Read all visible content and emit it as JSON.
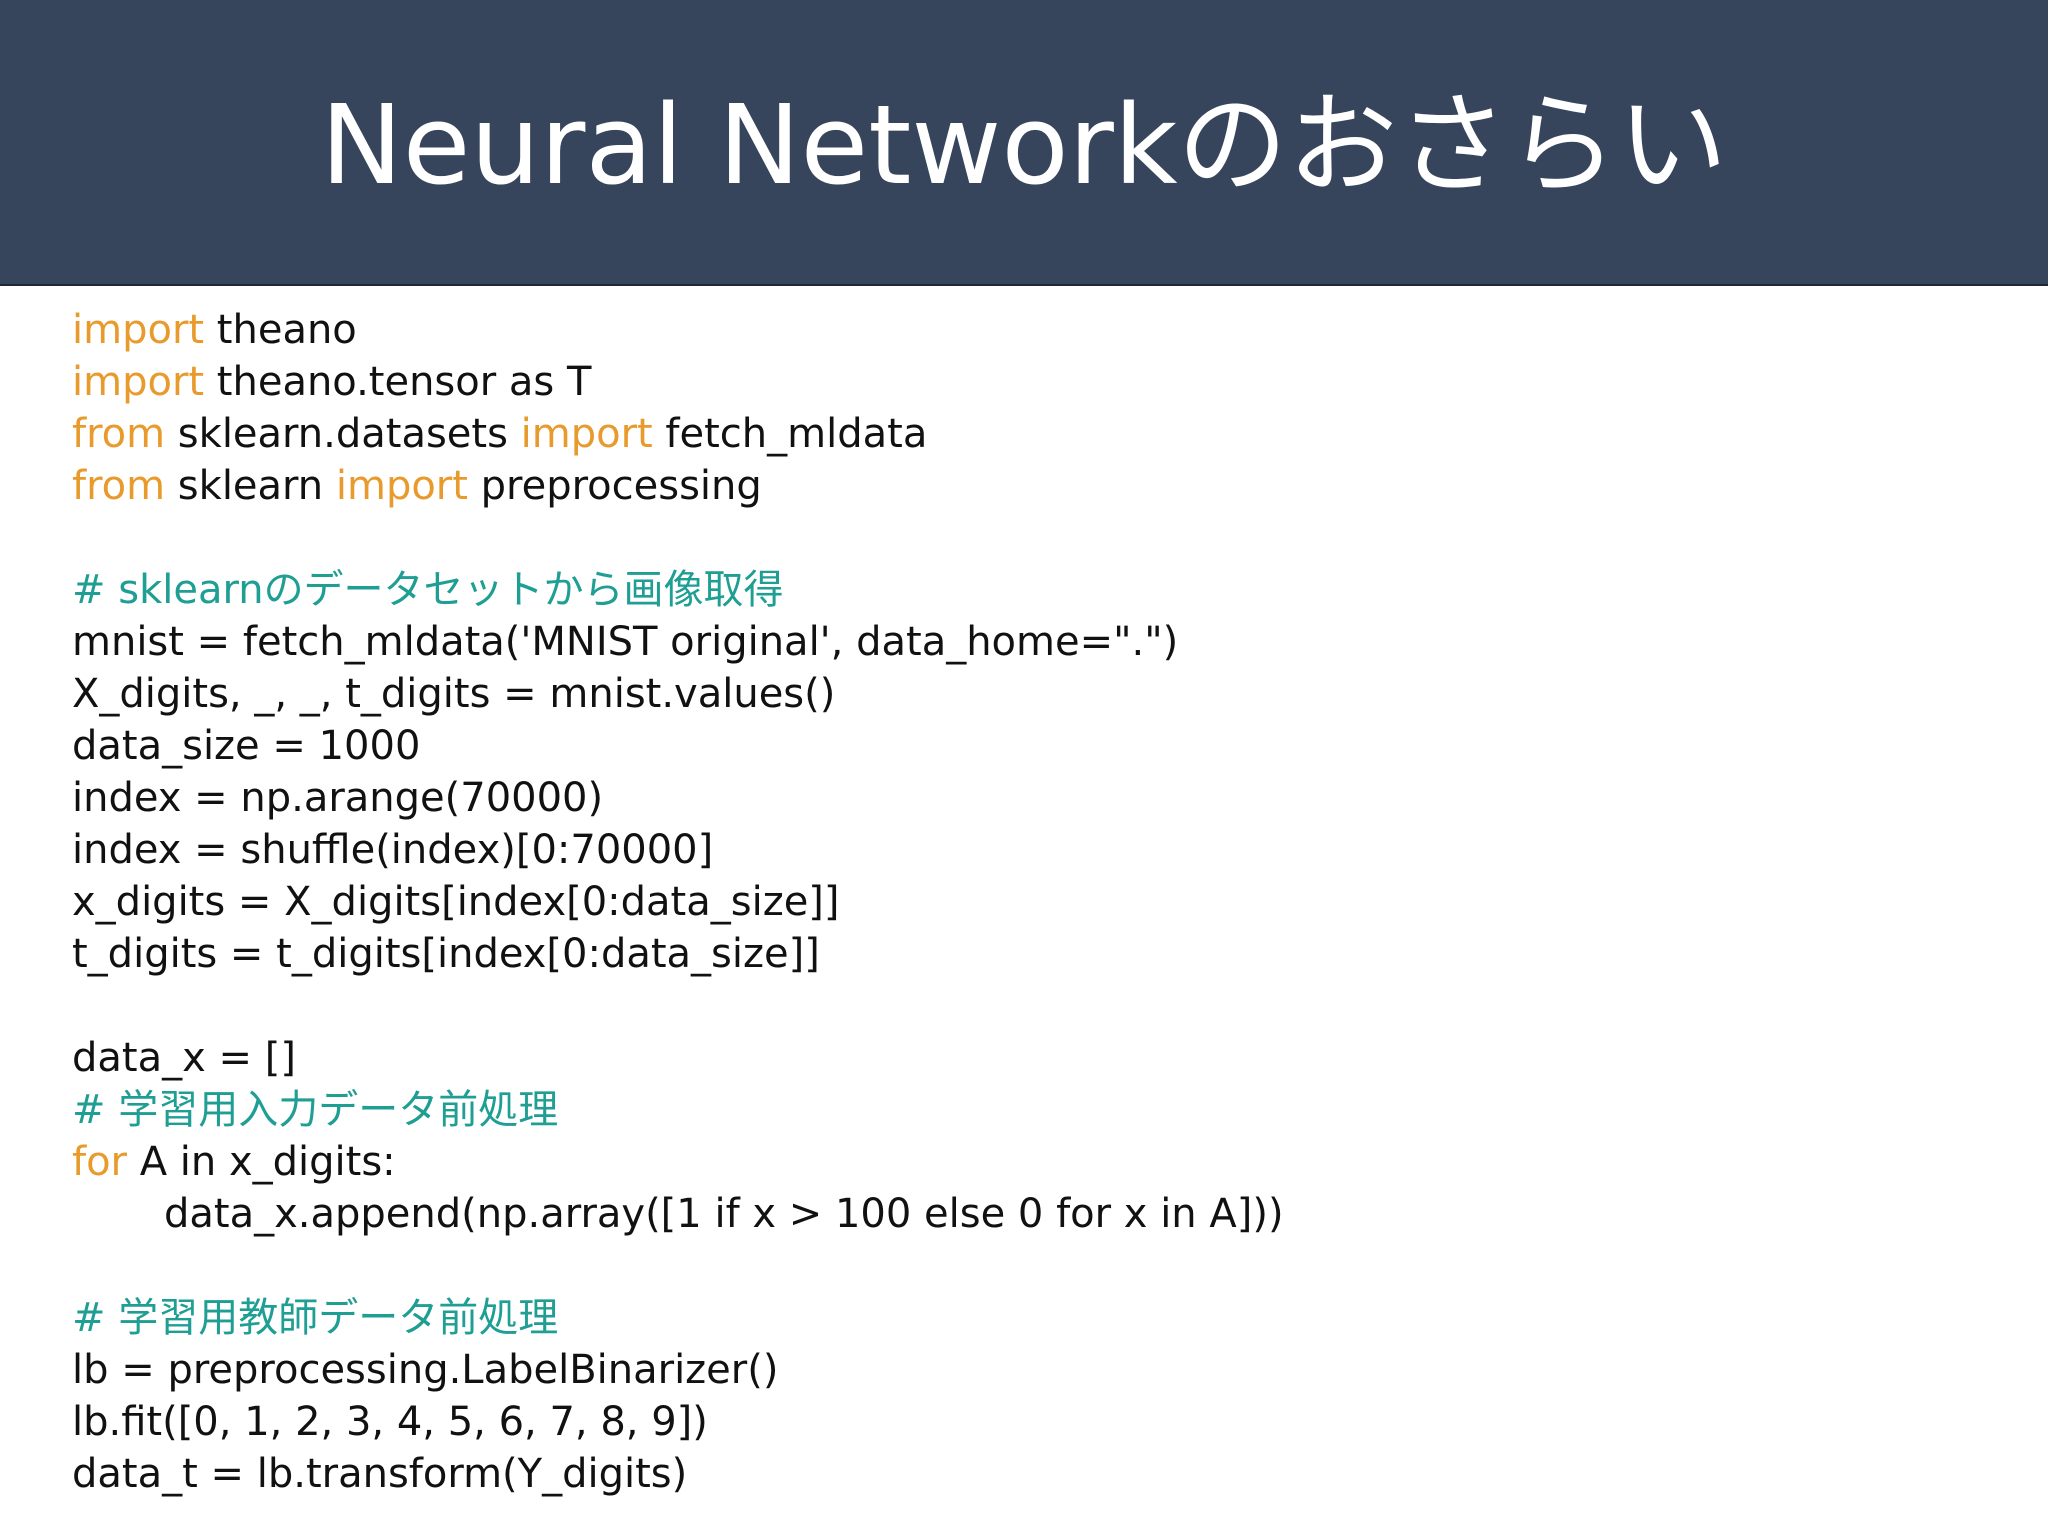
{
  "slide": {
    "title": "Neural Networkのおさらい"
  },
  "colors": {
    "header_bg": "#36455c",
    "keyword": "#e89b2c",
    "comment": "#1f9e94",
    "text": "#111111"
  },
  "code": {
    "lines": [
      {
        "kind": "code",
        "tokens": [
          {
            "t": "import",
            "c": "kw"
          },
          {
            "t": " theano",
            "c": "tx"
          }
        ]
      },
      {
        "kind": "code",
        "tokens": [
          {
            "t": "import",
            "c": "kw"
          },
          {
            "t": " theano.tensor as T",
            "c": "tx"
          }
        ]
      },
      {
        "kind": "code",
        "tokens": [
          {
            "t": "from",
            "c": "kw"
          },
          {
            "t": " sklearn.datasets ",
            "c": "tx"
          },
          {
            "t": "import",
            "c": "kw"
          },
          {
            "t": " fetch_mldata",
            "c": "tx"
          }
        ]
      },
      {
        "kind": "code",
        "tokens": [
          {
            "t": "from",
            "c": "kw"
          },
          {
            "t": " sklearn ",
            "c": "tx"
          },
          {
            "t": "import",
            "c": "kw"
          },
          {
            "t": " preprocessing",
            "c": "tx"
          }
        ]
      },
      {
        "kind": "blank",
        "tokens": []
      },
      {
        "kind": "code",
        "tokens": [
          {
            "t": "# sklearnのデータセットから画像取得",
            "c": "cm"
          }
        ]
      },
      {
        "kind": "code",
        "tokens": [
          {
            "t": "mnist = fetch_mldata('MNIST original', data_home=\".\")",
            "c": "tx"
          }
        ]
      },
      {
        "kind": "code",
        "tokens": [
          {
            "t": "X_digits, _, _, t_digits = mnist.values()",
            "c": "tx"
          }
        ]
      },
      {
        "kind": "code",
        "tokens": [
          {
            "t": "data_size = 1000",
            "c": "tx"
          }
        ]
      },
      {
        "kind": "code",
        "tokens": [
          {
            "t": "index = np.arange(70000)",
            "c": "tx"
          }
        ]
      },
      {
        "kind": "code",
        "tokens": [
          {
            "t": "index = shuffle(index)[0:70000]",
            "c": "tx"
          }
        ]
      },
      {
        "kind": "code",
        "tokens": [
          {
            "t": "x_digits = X_digits[index[0:data_size]]",
            "c": "tx"
          }
        ]
      },
      {
        "kind": "code",
        "tokens": [
          {
            "t": "t_digits = t_digits[index[0:data_size]]",
            "c": "tx"
          }
        ]
      },
      {
        "kind": "blank",
        "tokens": []
      },
      {
        "kind": "code",
        "tokens": [
          {
            "t": "data_x = []",
            "c": "tx"
          }
        ]
      },
      {
        "kind": "code",
        "tokens": [
          {
            "t": "# 学習用入力データ前処理",
            "c": "cm"
          }
        ]
      },
      {
        "kind": "code",
        "tokens": [
          {
            "t": "for",
            "c": "kw"
          },
          {
            "t": " A in x_digits:",
            "c": "tx"
          }
        ]
      },
      {
        "kind": "indent",
        "tokens": [
          {
            "t": "data_x.append(np.array([1 if x > 100 else 0 for x in A]))",
            "c": "tx"
          }
        ]
      },
      {
        "kind": "blank",
        "tokens": []
      },
      {
        "kind": "code",
        "tokens": [
          {
            "t": "# 学習用教師データ前処理",
            "c": "cm"
          }
        ]
      },
      {
        "kind": "code",
        "tokens": [
          {
            "t": "lb = preprocessing.LabelBinarizer()",
            "c": "tx"
          }
        ]
      },
      {
        "kind": "code",
        "tokens": [
          {
            "t": "lb.fit([0, 1, 2, 3, 4, 5, 6, 7, 8, 9])",
            "c": "tx"
          }
        ]
      },
      {
        "kind": "code",
        "tokens": [
          {
            "t": "data_t = lb.transform(Y_digits)",
            "c": "tx"
          }
        ]
      }
    ]
  }
}
